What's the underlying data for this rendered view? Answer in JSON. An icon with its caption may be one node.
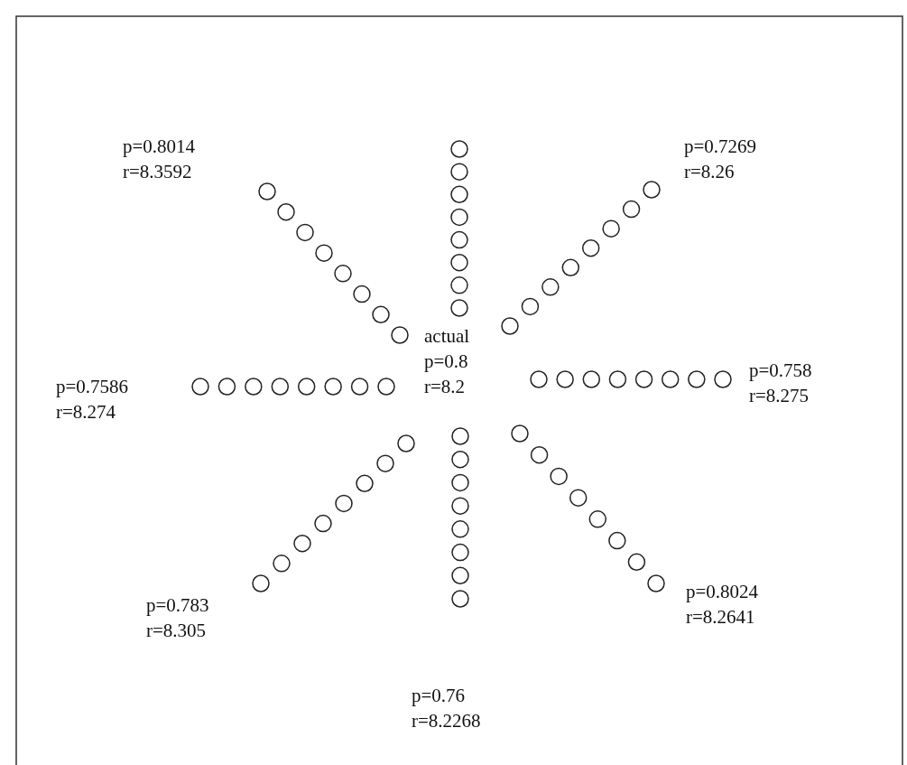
{
  "diagram": {
    "labels": [
      "p=0.8014",
      "r=8.3592",
      "p=0.7269",
      "r=8.26",
      "p=0.7586",
      "r=8.274",
      "actual",
      "p=0.8",
      "r=8.2",
      "p=0.758",
      "r=8.275",
      "p=0.783",
      "r=8.305",
      "p=0.8024",
      "r=8.2641",
      "p=0.76",
      "r=8.2268"
    ]
  }
}
